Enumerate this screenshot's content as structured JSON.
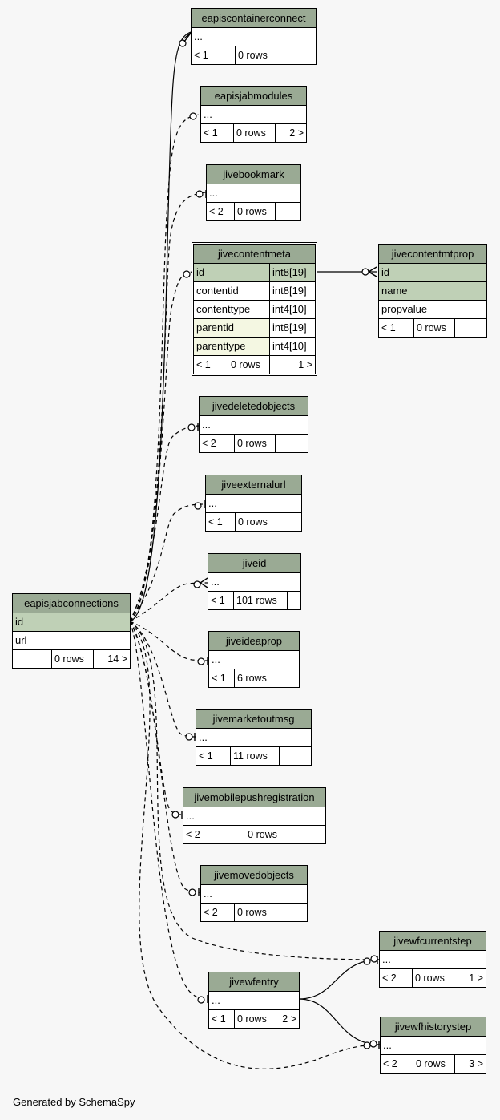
{
  "footer": "Generated by SchemaSpy",
  "tables": {
    "eapiscontainerconnect": {
      "title": "eapiscontainerconnect",
      "rows": [
        "..."
      ],
      "foot": [
        "< 1",
        "0 rows",
        ""
      ]
    },
    "eapisjabmodules": {
      "title": "eapisjabmodules",
      "rows": [
        "..."
      ],
      "foot": [
        "< 1",
        "0 rows",
        "2 >"
      ]
    },
    "jivebookmark": {
      "title": "jivebookmark",
      "rows": [
        "..."
      ],
      "foot": [
        "< 2",
        "0 rows",
        ""
      ]
    },
    "jivecontentmeta": {
      "title": "jivecontentmeta",
      "cols": [
        {
          "name": "id",
          "type": "int8[19]",
          "kind": "pk"
        },
        {
          "name": "contentid",
          "type": "int8[19]",
          "kind": ""
        },
        {
          "name": "contenttype",
          "type": "int4[10]",
          "kind": ""
        },
        {
          "name": "parentid",
          "type": "int8[19]",
          "kind": "fk"
        },
        {
          "name": "parenttype",
          "type": "int4[10]",
          "kind": "fk"
        }
      ],
      "foot": [
        "< 1",
        "0 rows",
        "1 >"
      ]
    },
    "jivecontentmtprop": {
      "title": "jivecontentmtprop",
      "cols": [
        {
          "name": "id",
          "kind": "pk"
        },
        {
          "name": "name",
          "kind": "pk"
        },
        {
          "name": "propvalue",
          "kind": ""
        }
      ],
      "foot": [
        "< 1",
        "0 rows",
        ""
      ]
    },
    "jivedeletedobjects": {
      "title": "jivedeletedobjects",
      "rows": [
        "..."
      ],
      "foot": [
        "< 2",
        "0 rows",
        ""
      ]
    },
    "jiveexternalurl": {
      "title": "jiveexternalurl",
      "rows": [
        "..."
      ],
      "foot": [
        "< 1",
        "0 rows",
        ""
      ]
    },
    "jiveid": {
      "title": "jiveid",
      "rows": [
        "..."
      ],
      "foot": [
        "< 1",
        "101 rows",
        ""
      ]
    },
    "jiveideaprop": {
      "title": "jiveideaprop",
      "rows": [
        "..."
      ],
      "foot": [
        "< 1",
        "6 rows",
        ""
      ]
    },
    "jivemarketoutmsg": {
      "title": "jivemarketoutmsg",
      "rows": [
        "..."
      ],
      "foot": [
        "< 1",
        "11 rows",
        ""
      ]
    },
    "jivemobilepushregistration": {
      "title": "jivemobilepushregistration",
      "rows": [
        "..."
      ],
      "foot": [
        "< 2",
        "0 rows",
        ""
      ]
    },
    "jivemovedobjects": {
      "title": "jivemovedobjects",
      "rows": [
        "..."
      ],
      "foot": [
        "< 2",
        "0 rows",
        ""
      ]
    },
    "jivewfcurrentstep": {
      "title": "jivewfcurrentstep",
      "rows": [
        "..."
      ],
      "foot": [
        "< 2",
        "0 rows",
        "1 >"
      ]
    },
    "jivewfentry": {
      "title": "jivewfentry",
      "rows": [
        "..."
      ],
      "foot": [
        "< 1",
        "0 rows",
        "2 >"
      ]
    },
    "jivewfhistorystep": {
      "title": "jivewfhistorystep",
      "rows": [
        "..."
      ],
      "foot": [
        "< 2",
        "0 rows",
        "3 >"
      ]
    },
    "eapisjabconnections": {
      "title": "eapisjabconnections",
      "cols": [
        {
          "name": "id",
          "kind": "pk"
        },
        {
          "name": "url",
          "kind": ""
        }
      ],
      "foot": [
        "",
        "0 rows",
        "14 >"
      ]
    }
  }
}
